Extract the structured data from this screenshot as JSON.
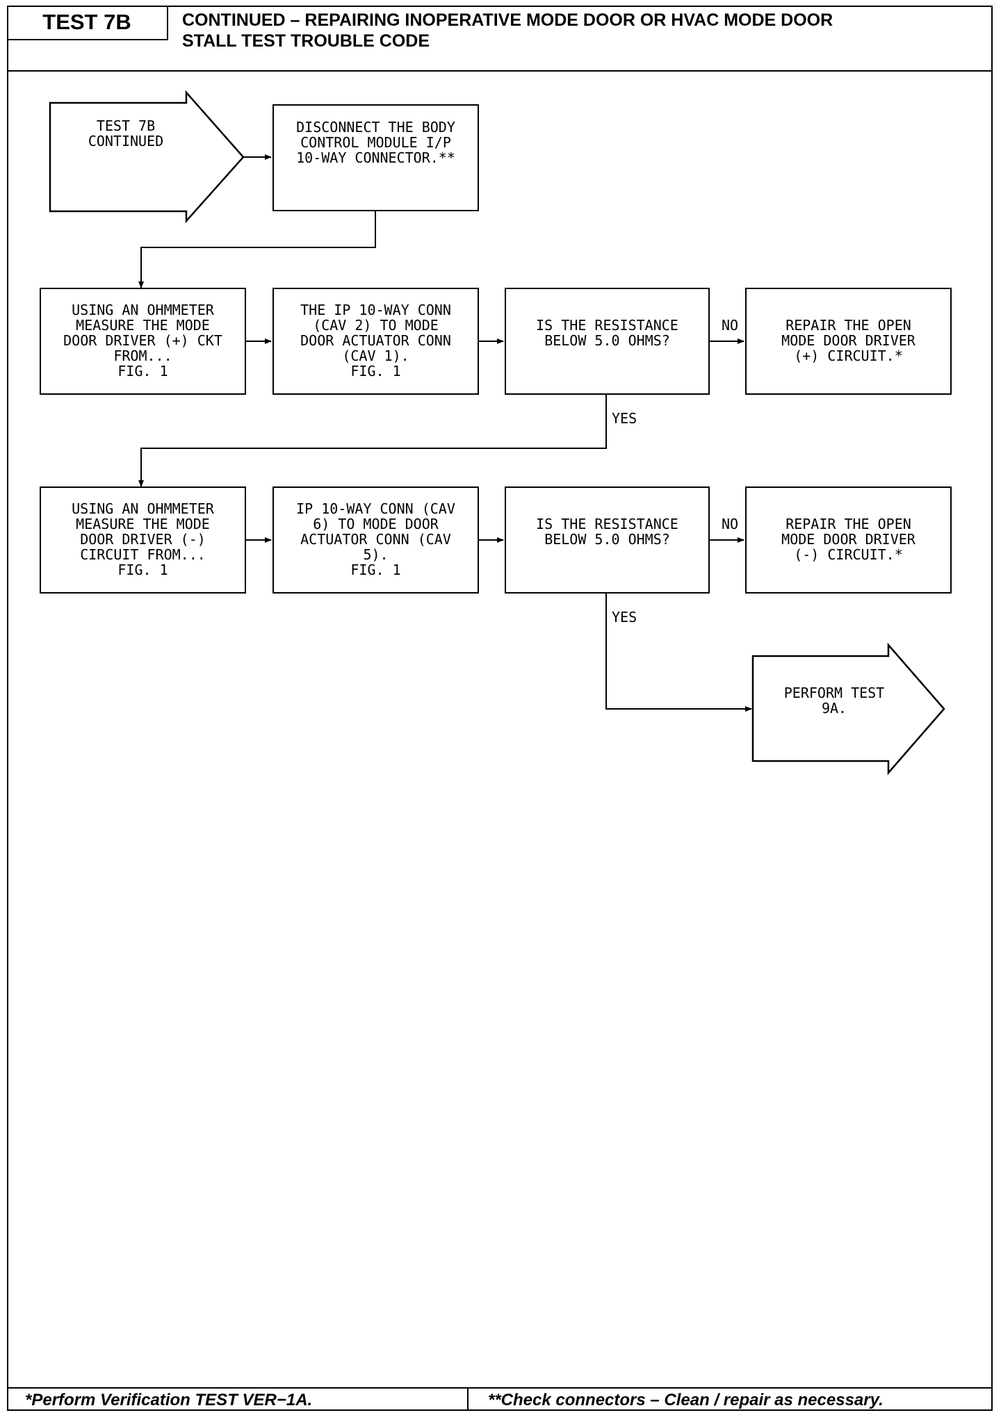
{
  "header": {
    "test_label": "TEST 7B",
    "title_line1": "CONTINUED – REPAIRING INOPERATIVE MODE DOOR OR HVAC MODE DOOR",
    "title_line2": "STALL TEST TROUBLE CODE"
  },
  "flow": {
    "start": "TEST 7B\nCONTINUED",
    "disconnect": "DISCONNECT THE BODY\nCONTROL MODULE I/P\n10-WAY CONNECTOR.**",
    "measure_pos": "USING AN OHMMETER\nMEASURE THE MODE\nDOOR DRIVER (+) CKT\nFROM...\nFIG. 1",
    "conn_pos": "THE IP 10-WAY CONN\n(CAV 2) TO MODE\nDOOR ACTUATOR CONN\n(CAV 1).\nFIG. 1",
    "question1": "IS THE RESISTANCE\nBELOW 5.0 OHMS?",
    "repair_pos": "REPAIR THE OPEN\nMODE DOOR DRIVER\n(+) CIRCUIT.*",
    "measure_neg": "USING AN OHMMETER\nMEASURE THE MODE\nDOOR DRIVER (-)\nCIRCUIT FROM...\nFIG. 1",
    "conn_neg": "IP 10-WAY CONN (CAV\n6) TO MODE DOOR\nACTUATOR CONN (CAV\n5).\nFIG. 1",
    "question2": "IS THE RESISTANCE\nBELOW 5.0 OHMS?",
    "repair_neg": "REPAIR THE OPEN\nMODE DOOR DRIVER\n(-) CIRCUIT.*",
    "end": "PERFORM TEST\n9A.",
    "no_label": "NO",
    "yes_label": "YES"
  },
  "footer": {
    "left": "*Perform Verification TEST VER−1A.",
    "right": "**Check connectors – Clean / repair as necessary."
  }
}
